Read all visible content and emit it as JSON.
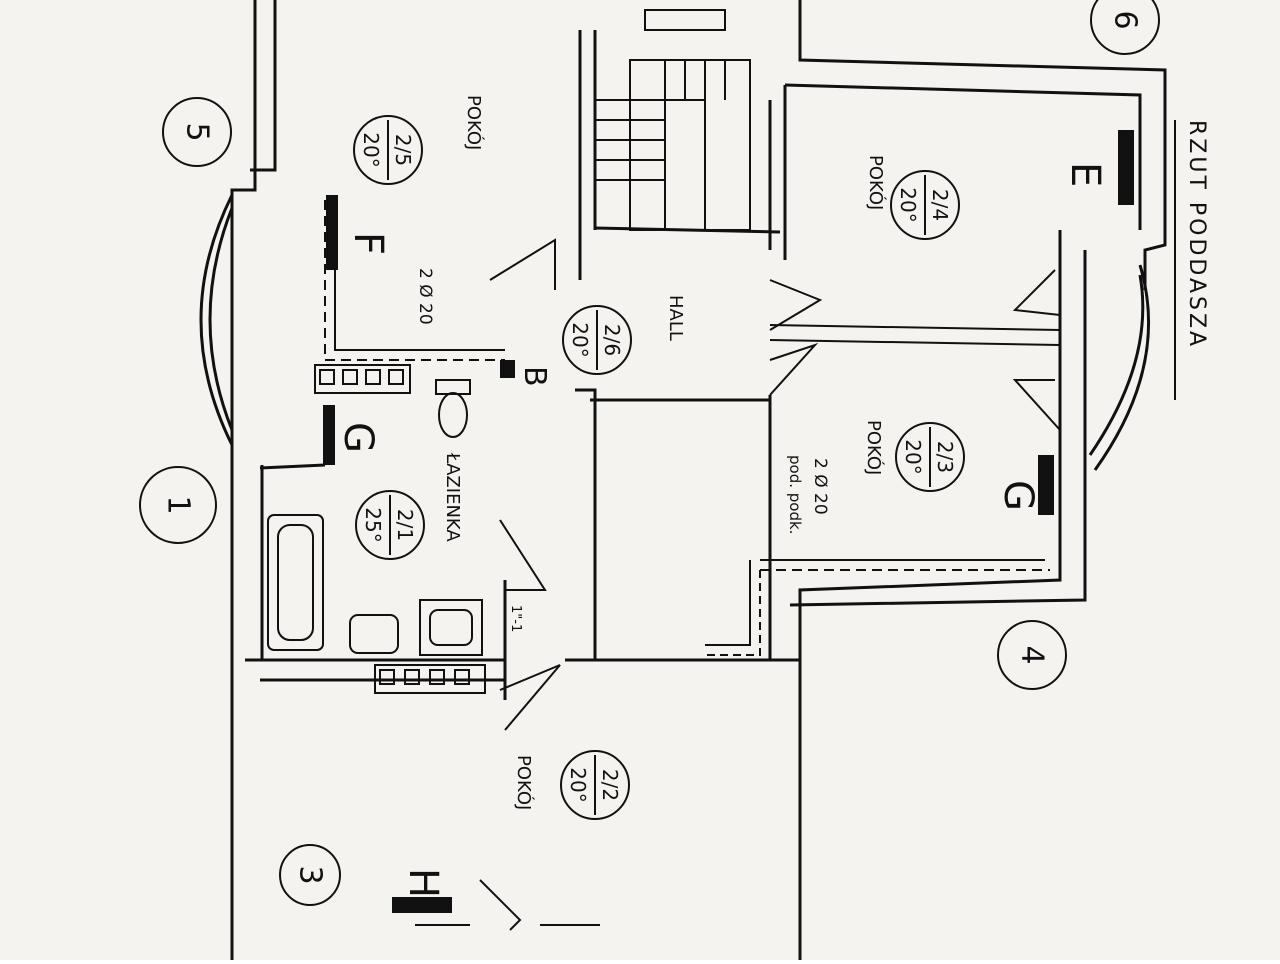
{
  "title": "RZUT PODDASZA",
  "axes": [
    "1",
    "3",
    "4",
    "5",
    "6"
  ],
  "rooms": [
    {
      "id": "r25",
      "name": "POKÓJ",
      "number": "2/5",
      "temp": "20°"
    },
    {
      "id": "r24",
      "name": "POKÓJ",
      "number": "2/4",
      "temp": "20°"
    },
    {
      "id": "r26",
      "name": "HALL",
      "number": "2/6",
      "temp": "20°"
    },
    {
      "id": "r23",
      "name": "POKÓJ",
      "number": "2/3",
      "temp": "20°"
    },
    {
      "id": "r21",
      "name": "ŁAZIENKA",
      "number": "2/1",
      "temp": "25°"
    },
    {
      "id": "r22",
      "name": "POKÓJ",
      "number": "2/2",
      "temp": "20°"
    }
  ],
  "radiators": [
    "E",
    "F",
    "G",
    "G",
    "H",
    "B"
  ],
  "pipes": [
    "2 Ø 20",
    "2 Ø 20",
    "pod. podk."
  ],
  "note": "1\"-1"
}
